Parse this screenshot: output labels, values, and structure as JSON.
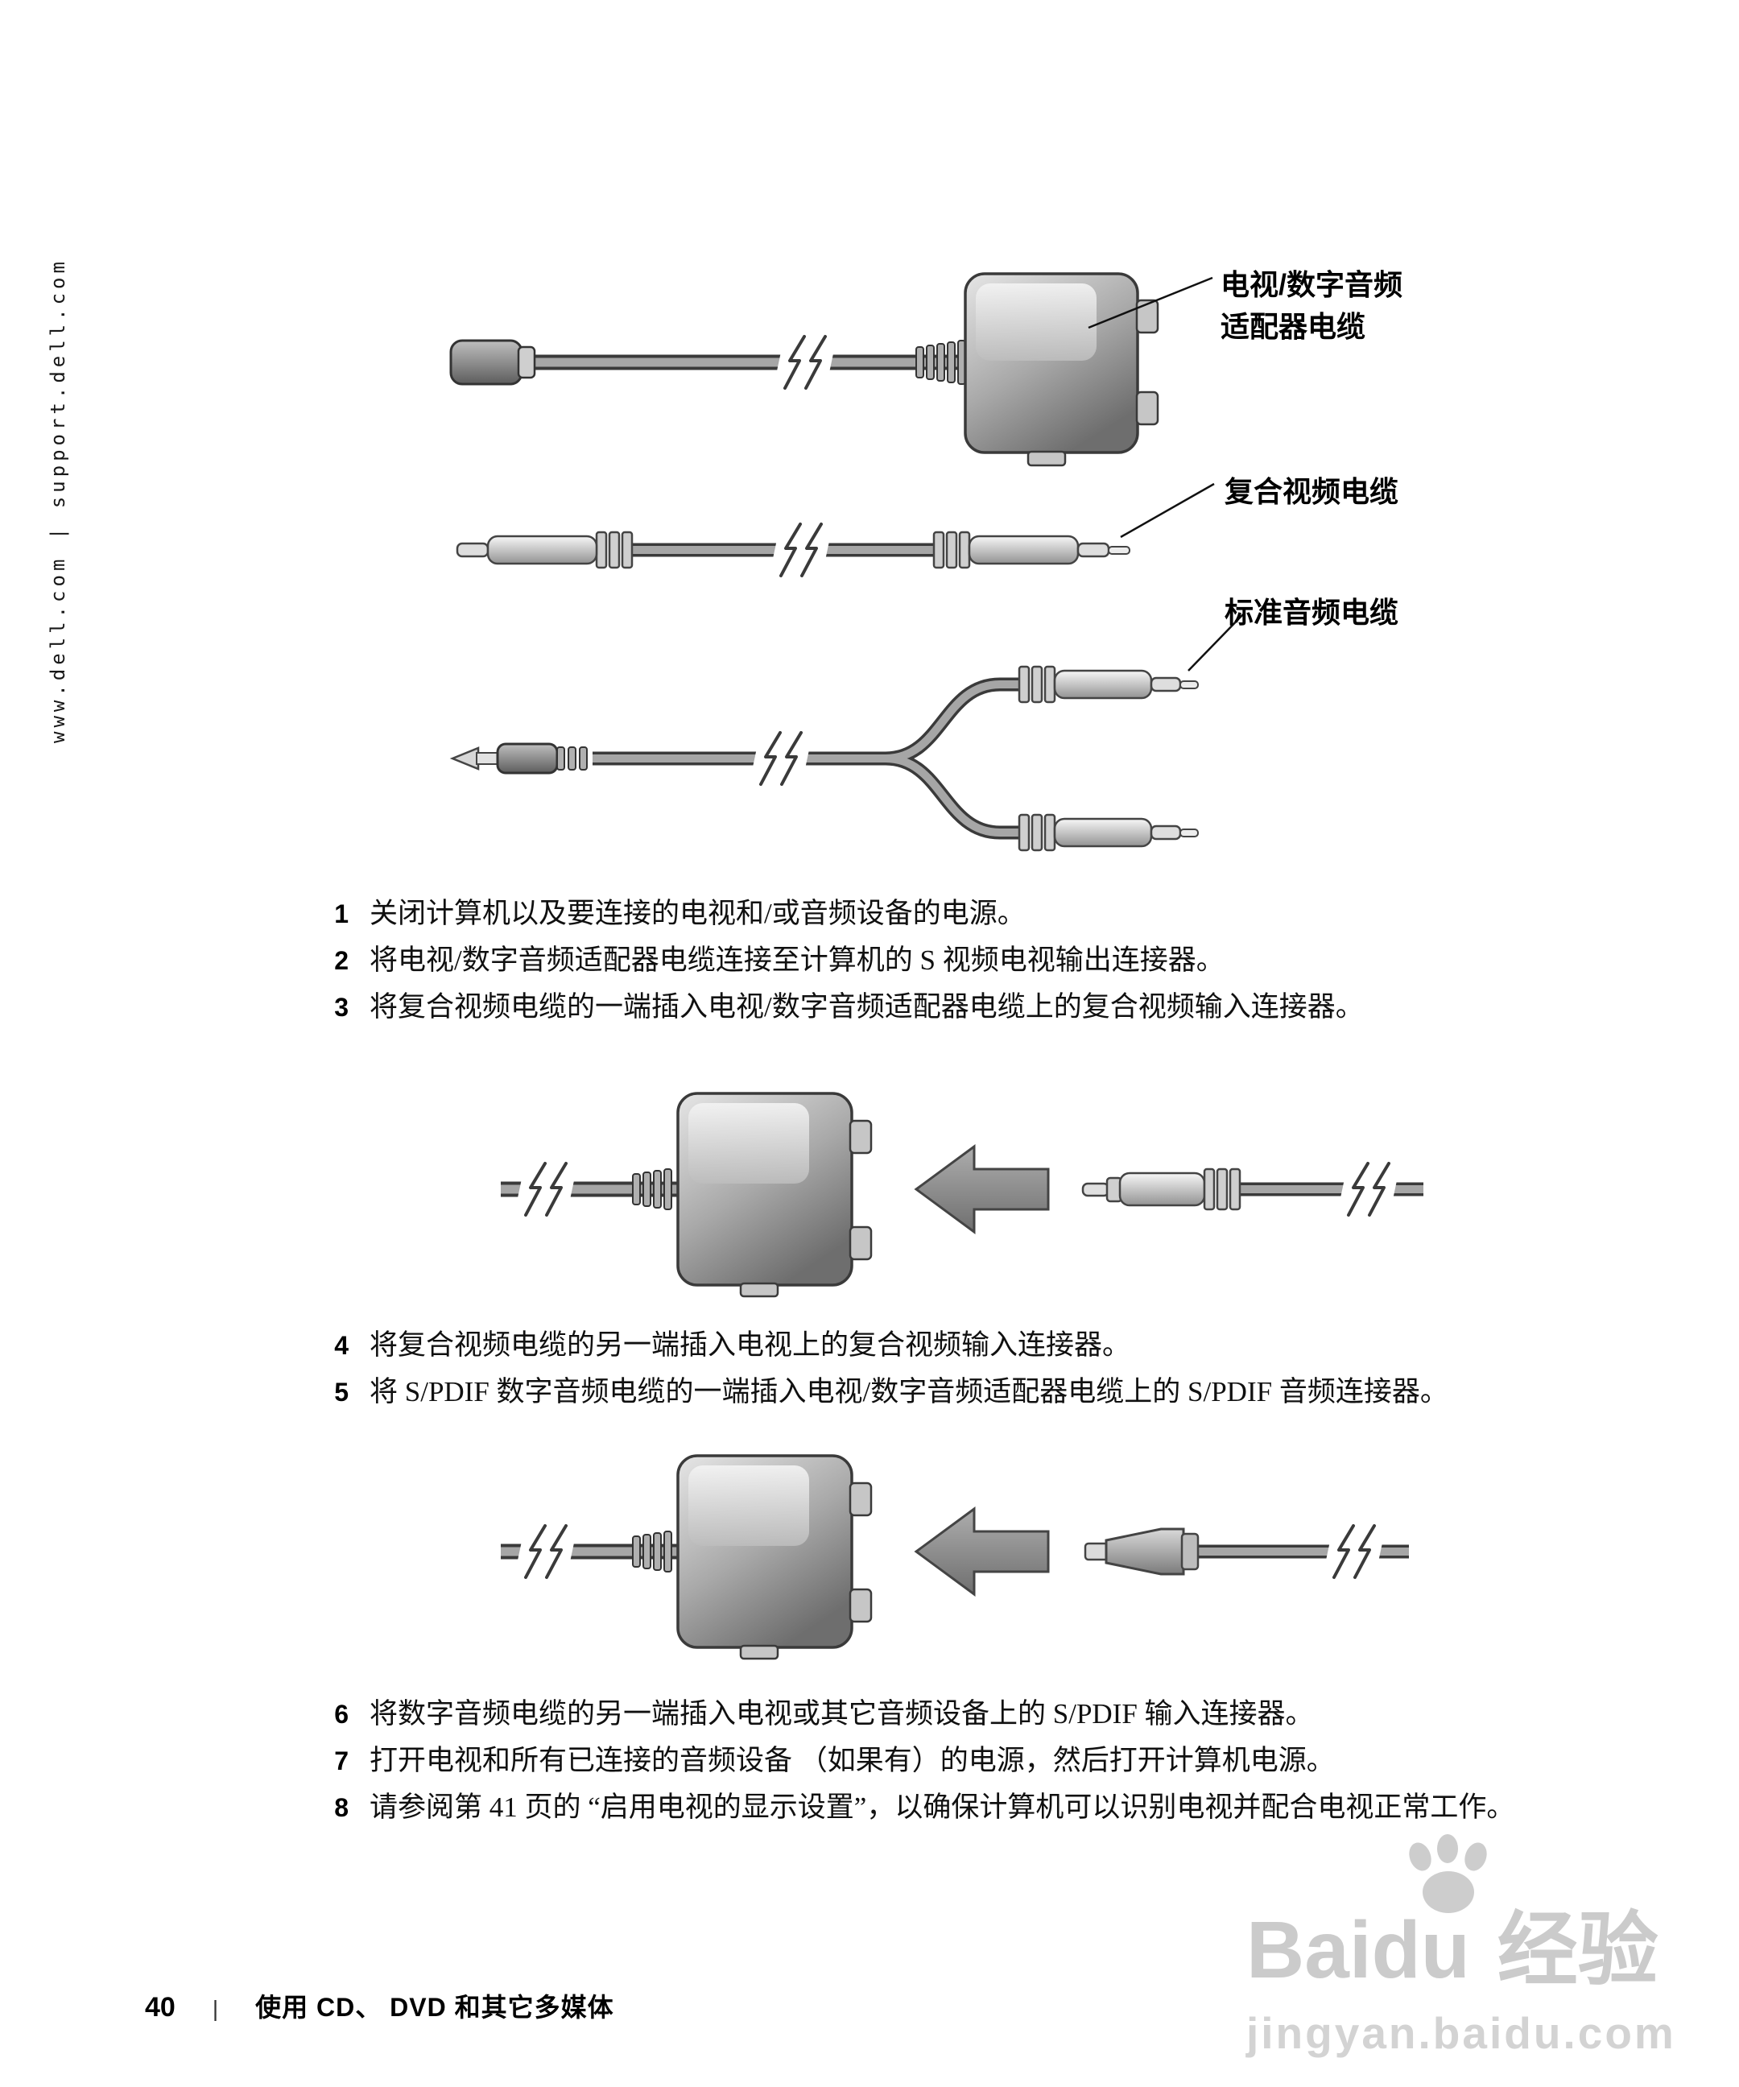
{
  "sidebar": {
    "vertical_text": "www.dell.com | support.dell.com"
  },
  "callouts": {
    "adapter_line1": "电视/数字音频",
    "adapter_line2": "适配器电缆",
    "composite": "复合视频电缆",
    "audio": "标准音频电缆"
  },
  "steps": [
    {
      "num": "1",
      "text": "关闭计算机以及要连接的电视和/或音频设备的电源。"
    },
    {
      "num": "2",
      "text": "将电视/数字音频适配器电缆连接至计算机的 S 视频电视输出连接器。"
    },
    {
      "num": "3",
      "text": "将复合视频电缆的一端插入电视/数字音频适配器电缆上的复合视频输入连接器。"
    },
    {
      "num": "4",
      "text": "将复合视频电缆的另一端插入电视上的复合视频输入连接器。"
    },
    {
      "num": "5",
      "text": "将 S/PDIF 数字音频电缆的一端插入电视/数字音频适配器电缆上的 S/PDIF 音频连接器。"
    },
    {
      "num": "6",
      "text": "将数字音频电缆的另一端插入电视或其它音频设备上的 S/PDIF 输入连接器。"
    },
    {
      "num": "7",
      "text": "打开电视和所有已连接的音频设备 （如果有）的电源，然后打开计算机电源。"
    },
    {
      "num": "8",
      "text": "请参阅第 41 页的 “启用电视的显示设置”，以确保计算机可以识别电视并配合电视正常工作。"
    }
  ],
  "footer": {
    "page_number": "40",
    "separator": "|",
    "title": "使用 CD、 DVD 和其它多媒体"
  },
  "watermark": {
    "brand": "Baidu",
    "brand_cn": "经验",
    "url": "jingyan.baidu.com"
  }
}
